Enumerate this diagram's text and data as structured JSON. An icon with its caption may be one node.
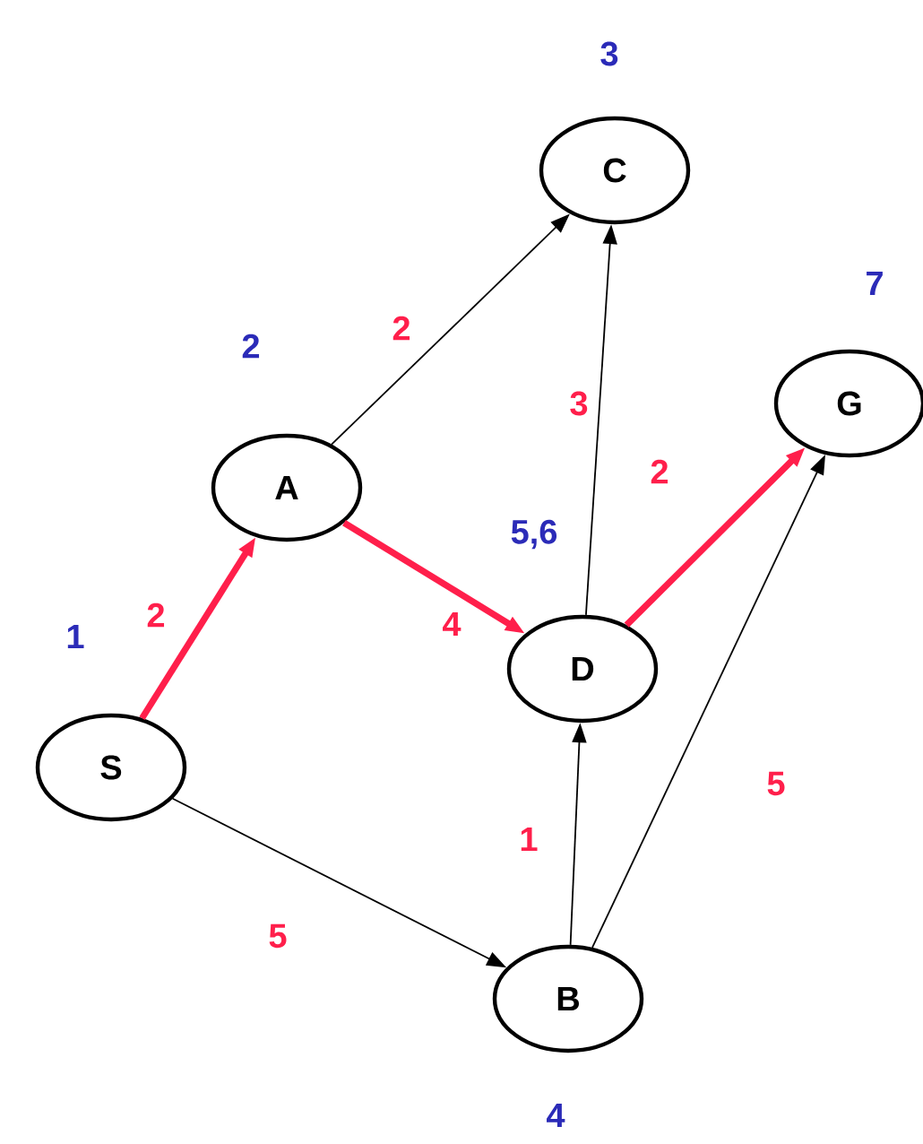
{
  "diagram": {
    "nodes": [
      {
        "text": [
          "S"
        ],
        "beside": [
          "1"
        ]
      },
      {
        "text": [
          "A"
        ],
        "beside": [
          "2"
        ]
      },
      {
        "text": [
          "C"
        ],
        "beside": [
          "3"
        ]
      },
      {
        "text": [
          "G"
        ],
        "beside": [
          "7"
        ]
      },
      {
        "text": [
          "D"
        ],
        "beside": [
          "5,6"
        ]
      },
      {
        "text": [
          "B"
        ],
        "beside": [
          "4"
        ]
      }
    ],
    "edges": [
      {
        "from": 0,
        "to": 1,
        "arrow": "to",
        "label": "2",
        "style": "thick",
        "color": "#ff1f4b"
      },
      {
        "from": 0,
        "to": 5,
        "arrow": "to",
        "label": "5"
      },
      {
        "from": 1,
        "to": 2,
        "arrow": "to",
        "label": "2"
      },
      {
        "from": 1,
        "to": 4,
        "arrow": "to",
        "label": "4",
        "style": "thick",
        "color": "#ff1f4b"
      },
      {
        "from": 4,
        "to": 2,
        "arrow": "to",
        "label": "3"
      },
      {
        "from": 4,
        "to": 3,
        "arrow": "to",
        "label": "2",
        "style": "thick",
        "color": "#ff1f4b"
      },
      {
        "from": 5,
        "to": 4,
        "arrow": "to",
        "label": "1"
      },
      {
        "from": 5,
        "to": 3,
        "arrow": "to",
        "label": "5"
      }
    ]
  }
}
